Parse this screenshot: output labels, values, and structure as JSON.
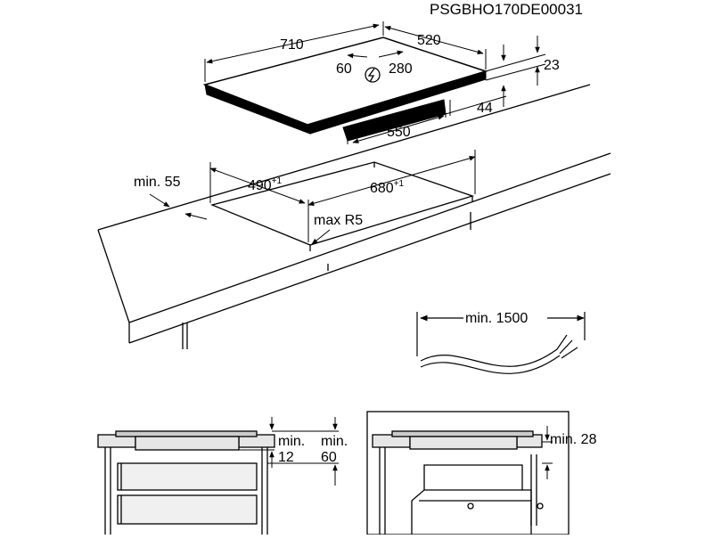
{
  "diagram_code": "PSGBHO170DE00031",
  "hob": {
    "width": "710",
    "depth": "520",
    "left_offset": "60",
    "right_offset": "280",
    "thickness": "23",
    "built_in_depth": "44",
    "bottom_width": "550"
  },
  "cutout": {
    "depth": "490",
    "depth_tolerance": "+1",
    "width": "680",
    "width_tolerance": "+1",
    "min_front_distance": "min. 55",
    "radius": "max R5"
  },
  "cable": {
    "min_length": "min. 1500"
  },
  "install_drawer": {
    "min_top_label": "min.",
    "min_top_value": "12",
    "min_side_label": "min.",
    "min_side_value": "60"
  },
  "install_oven": {
    "min_gap": "min. 28"
  },
  "icons": {
    "power": "power-connection-icon"
  }
}
